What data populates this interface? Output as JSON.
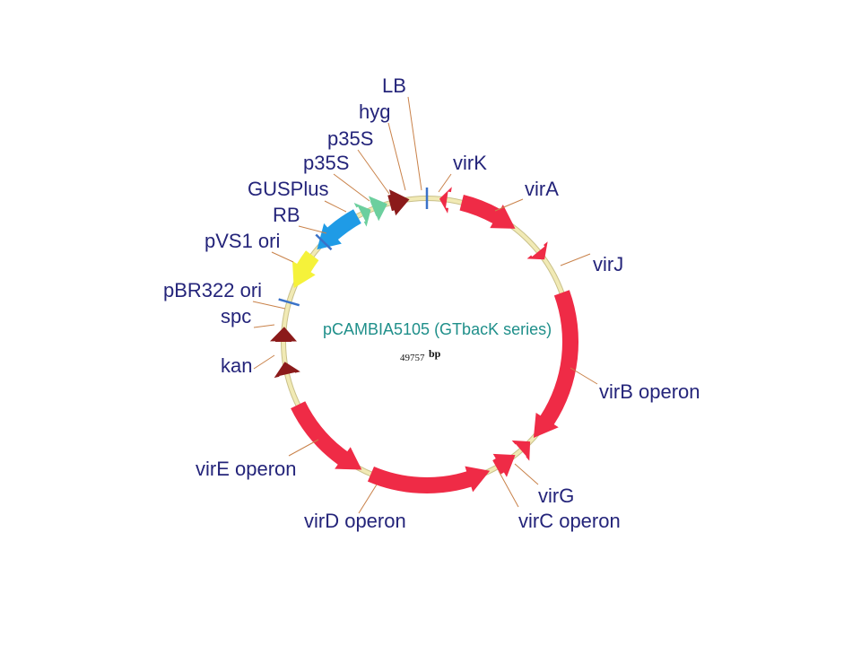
{
  "plasmid": {
    "name": "pCAMBIA5105 (GTbacK series)",
    "size_number": "49757",
    "size_unit": "bp"
  },
  "colors": {
    "backbone": "#f1eab5",
    "backbone_edge": "#c9c08a",
    "vir": "#ef2b46",
    "resistance": "#8b1a1a",
    "promoter": "#6ccf9e",
    "gus": "#1f9be6",
    "ori": "#f5f23a",
    "border": "#3a72c8",
    "label": "#24247a",
    "title": "#1f8f8a"
  },
  "features": [
    {
      "id": "lb",
      "label": "LB"
    },
    {
      "id": "hyg",
      "label": "hyg"
    },
    {
      "id": "p35s-1",
      "label": "p35S"
    },
    {
      "id": "p35s-2",
      "label": "p35S"
    },
    {
      "id": "gusplus",
      "label": "GUSPlus"
    },
    {
      "id": "rb",
      "label": "RB"
    },
    {
      "id": "pvs1-ori",
      "label": "pVS1 ori"
    },
    {
      "id": "pbr322-ori",
      "label": "pBR322 ori"
    },
    {
      "id": "spc",
      "label": "spc"
    },
    {
      "id": "kan",
      "label": "kan"
    },
    {
      "id": "virk",
      "label": "virK"
    },
    {
      "id": "vira",
      "label": "virA"
    },
    {
      "id": "virj",
      "label": "virJ"
    },
    {
      "id": "virb",
      "label": "virB operon"
    },
    {
      "id": "virg",
      "label": "virG"
    },
    {
      "id": "virc",
      "label": "virC operon"
    },
    {
      "id": "vird",
      "label": "virD operon"
    },
    {
      "id": "vire",
      "label": "virE operon"
    }
  ]
}
